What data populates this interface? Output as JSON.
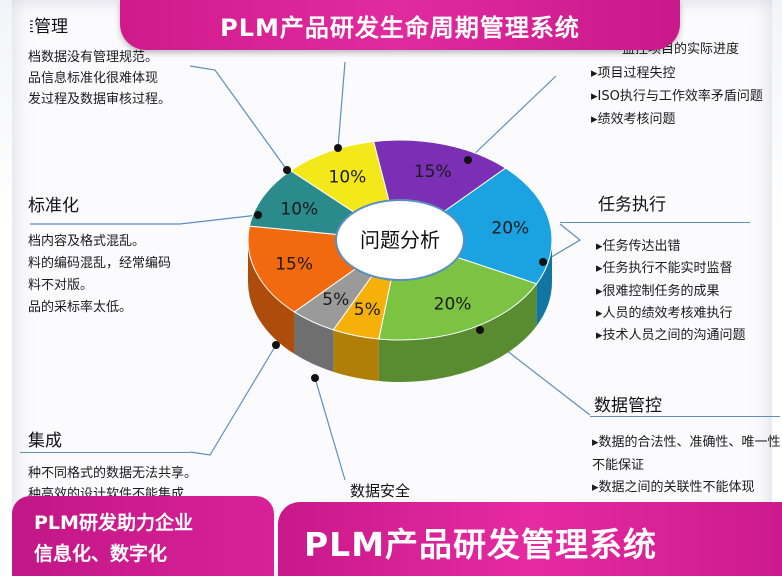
{
  "banner_top": "PLM产品研发生命周期管理系统",
  "banner_bottom_left": {
    "line1": "PLM研发助力企业",
    "line2": "信息化、数字化"
  },
  "banner_bottom_right": "PLM产品研发管理系统",
  "center_label": "问题分析",
  "segments": [
    {
      "label": "15%",
      "value": 15,
      "color": "#7a2fb5"
    },
    {
      "label": "20%",
      "value": 20,
      "color": "#1aa3e0"
    },
    {
      "label": "20%",
      "value": 20,
      "color": "#7cc243"
    },
    {
      "label": "5%",
      "value": 5,
      "color": "#f5b10a"
    },
    {
      "label": "5%",
      "value": 5,
      "color": "#9a9a9a"
    },
    {
      "label": "15%",
      "value": 15,
      "color": "#f26a10"
    },
    {
      "label": "10%",
      "value": 10,
      "color": "#2a8a8c"
    },
    {
      "label": "10%",
      "value": 10,
      "color": "#f3e81a"
    }
  ],
  "sections": {
    "top_left": {
      "heading": "标准管理",
      "lines": [
        "档数据没有管理规范。",
        "品信息标准化很难体现",
        "发过程及数据审核过程。"
      ]
    },
    "top_right": {
      "lines": [
        "监控项目的实际进度",
        "▸项目过程失控",
        "▸ISO执行与工作效率矛盾问题",
        "▸绩效考核问题"
      ]
    },
    "left_mid": {
      "heading": "标准化",
      "lines": [
        "档内容及格式混乱。",
        "料的编码混乱，经常编码",
        "料不对版。",
        "品的采标率太低。"
      ]
    },
    "right_mid": {
      "heading": "任务执行",
      "lines": [
        "▸任务传达出错",
        "▸任务执行不能实时监督",
        "▸很难控制任务的成果",
        "▸人员的绩效考核难执行",
        "▸技术人员之间的沟通问题"
      ]
    },
    "left_bottom": {
      "heading": "集成",
      "lines": [
        "种不同格式的数据无法共享。",
        "种高效的设计软件不能集成"
      ]
    },
    "right_bottom": {
      "heading": "数据管控",
      "lines": [
        "▸数据的合法性、准确性、唯一性",
        "不能保证",
        "▸数据之间的关联性不能体现"
      ]
    },
    "bottom_center": {
      "heading": "数据安全"
    }
  },
  "colors": {
    "banner_magenta": "#d01a8c",
    "connector_blue": "#5a8fc0"
  }
}
